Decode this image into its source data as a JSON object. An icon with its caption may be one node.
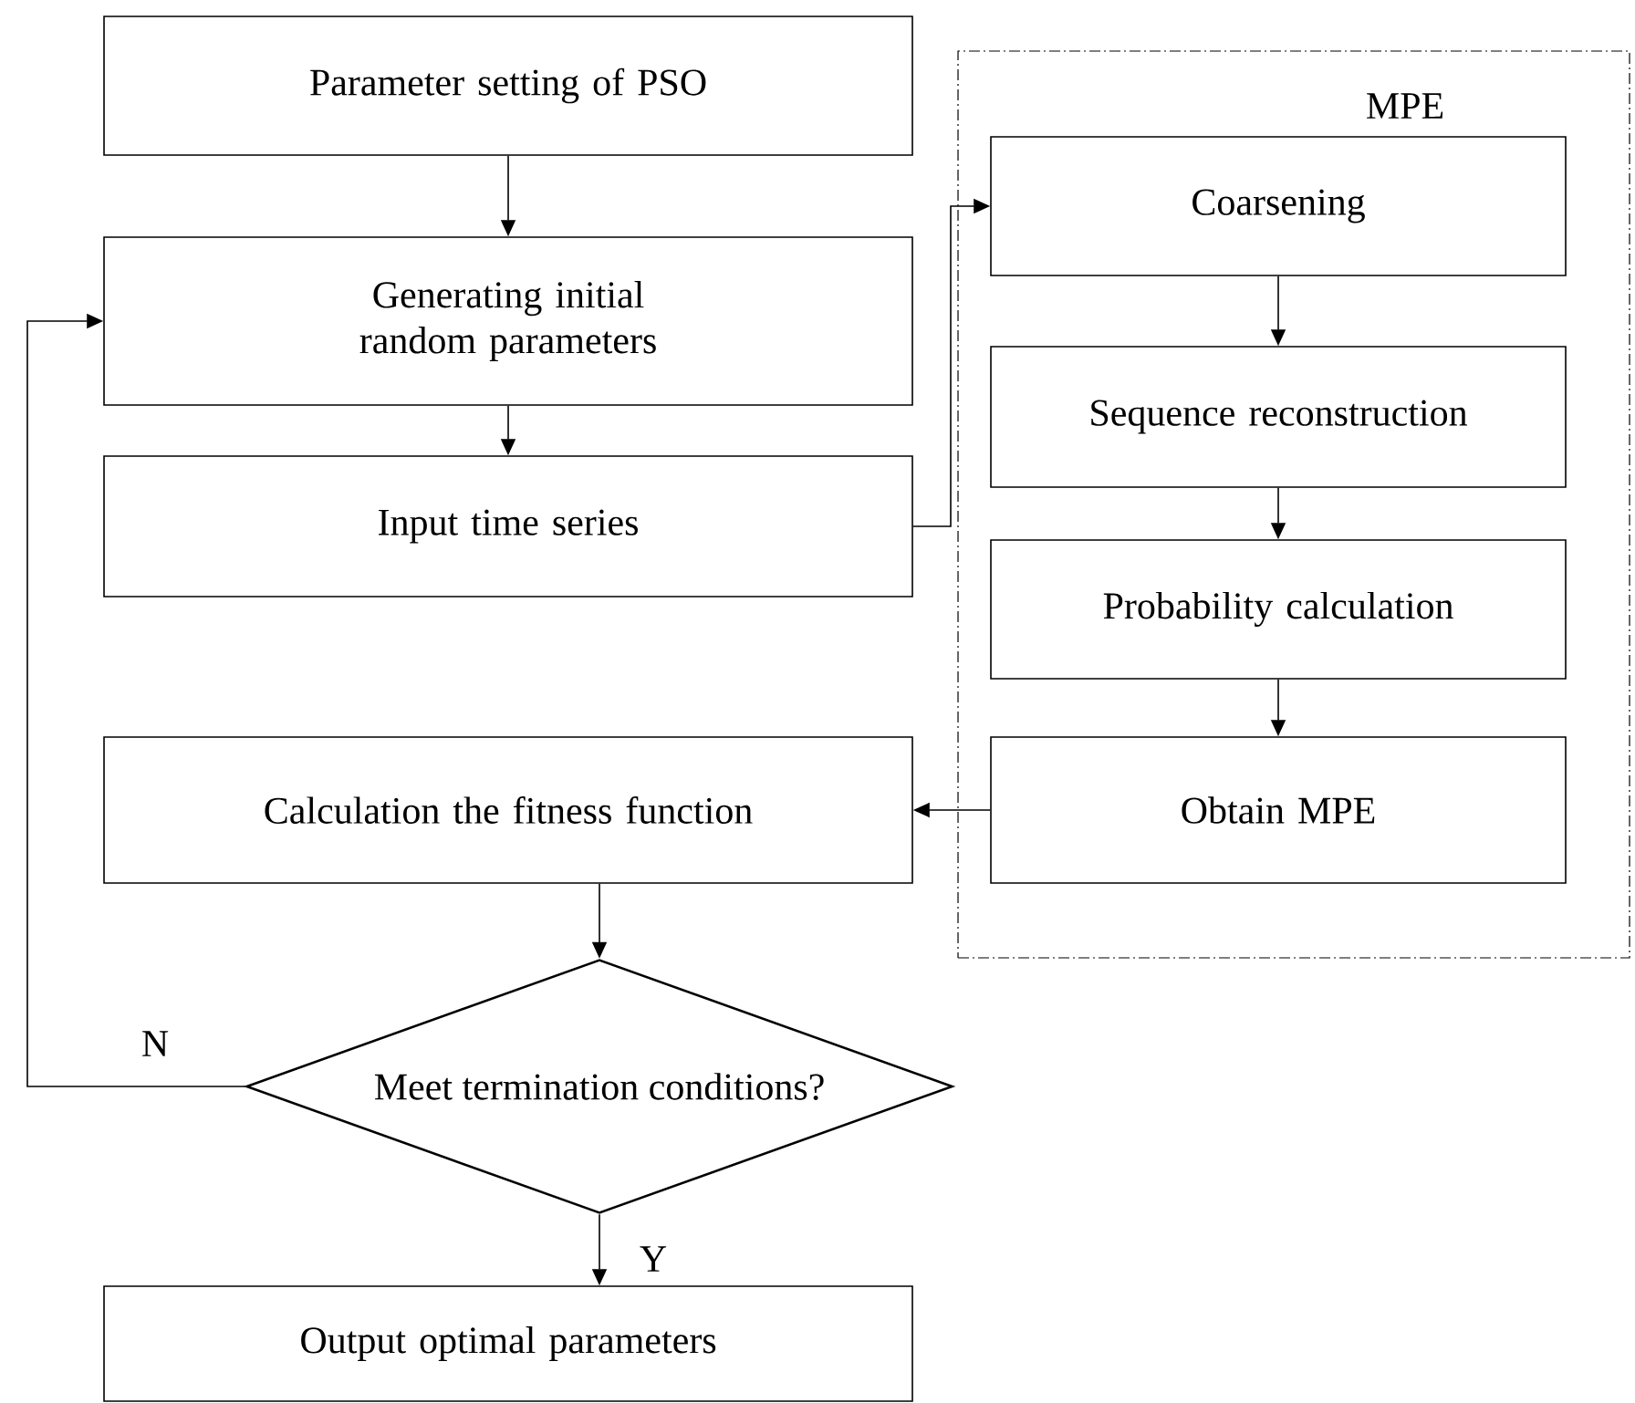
{
  "diagram": {
    "nodes": [
      {
        "text": [
          "Parameter setting of PSO"
        ]
      },
      {
        "text": [
          "Generating initial random parameters"
        ]
      },
      {
        "text": [
          "Input time series"
        ]
      },
      {
        "text": [
          "MPE"
        ]
      },
      {
        "text": [
          "Coarsening"
        ],
        "in": 3
      },
      {
        "text": [
          "Sequence reconstruction"
        ],
        "in": 3
      },
      {
        "text": [
          "Probability calculation"
        ],
        "in": 3
      },
      {
        "text": [
          "Obtain MPE"
        ],
        "in": 3
      },
      {
        "text": [
          "Calculation the fitness function"
        ]
      },
      {
        "text": [
          "Meet termination conditions?"
        ]
      },
      {
        "text": [
          "Output optimal parameters"
        ]
      }
    ],
    "edges": [
      {
        "from": 0,
        "to": 1,
        "arrow": "to"
      },
      {
        "from": 1,
        "to": 2,
        "arrow": "to"
      },
      {
        "from": 2,
        "to": 4,
        "arrow": "to"
      },
      {
        "from": 4,
        "to": 5,
        "arrow": "to"
      },
      {
        "from": 5,
        "to": 6,
        "arrow": "to"
      },
      {
        "from": 6,
        "to": 7,
        "arrow": "to"
      },
      {
        "from": 7,
        "to": 8,
        "arrow": "to"
      },
      {
        "from": 8,
        "to": 9,
        "arrow": "to"
      },
      {
        "from": 9,
        "to": 1,
        "arrow": "to",
        "label": "N"
      },
      {
        "from": 9,
        "to": 10,
        "arrow": "to",
        "label": "Y"
      }
    ]
  }
}
